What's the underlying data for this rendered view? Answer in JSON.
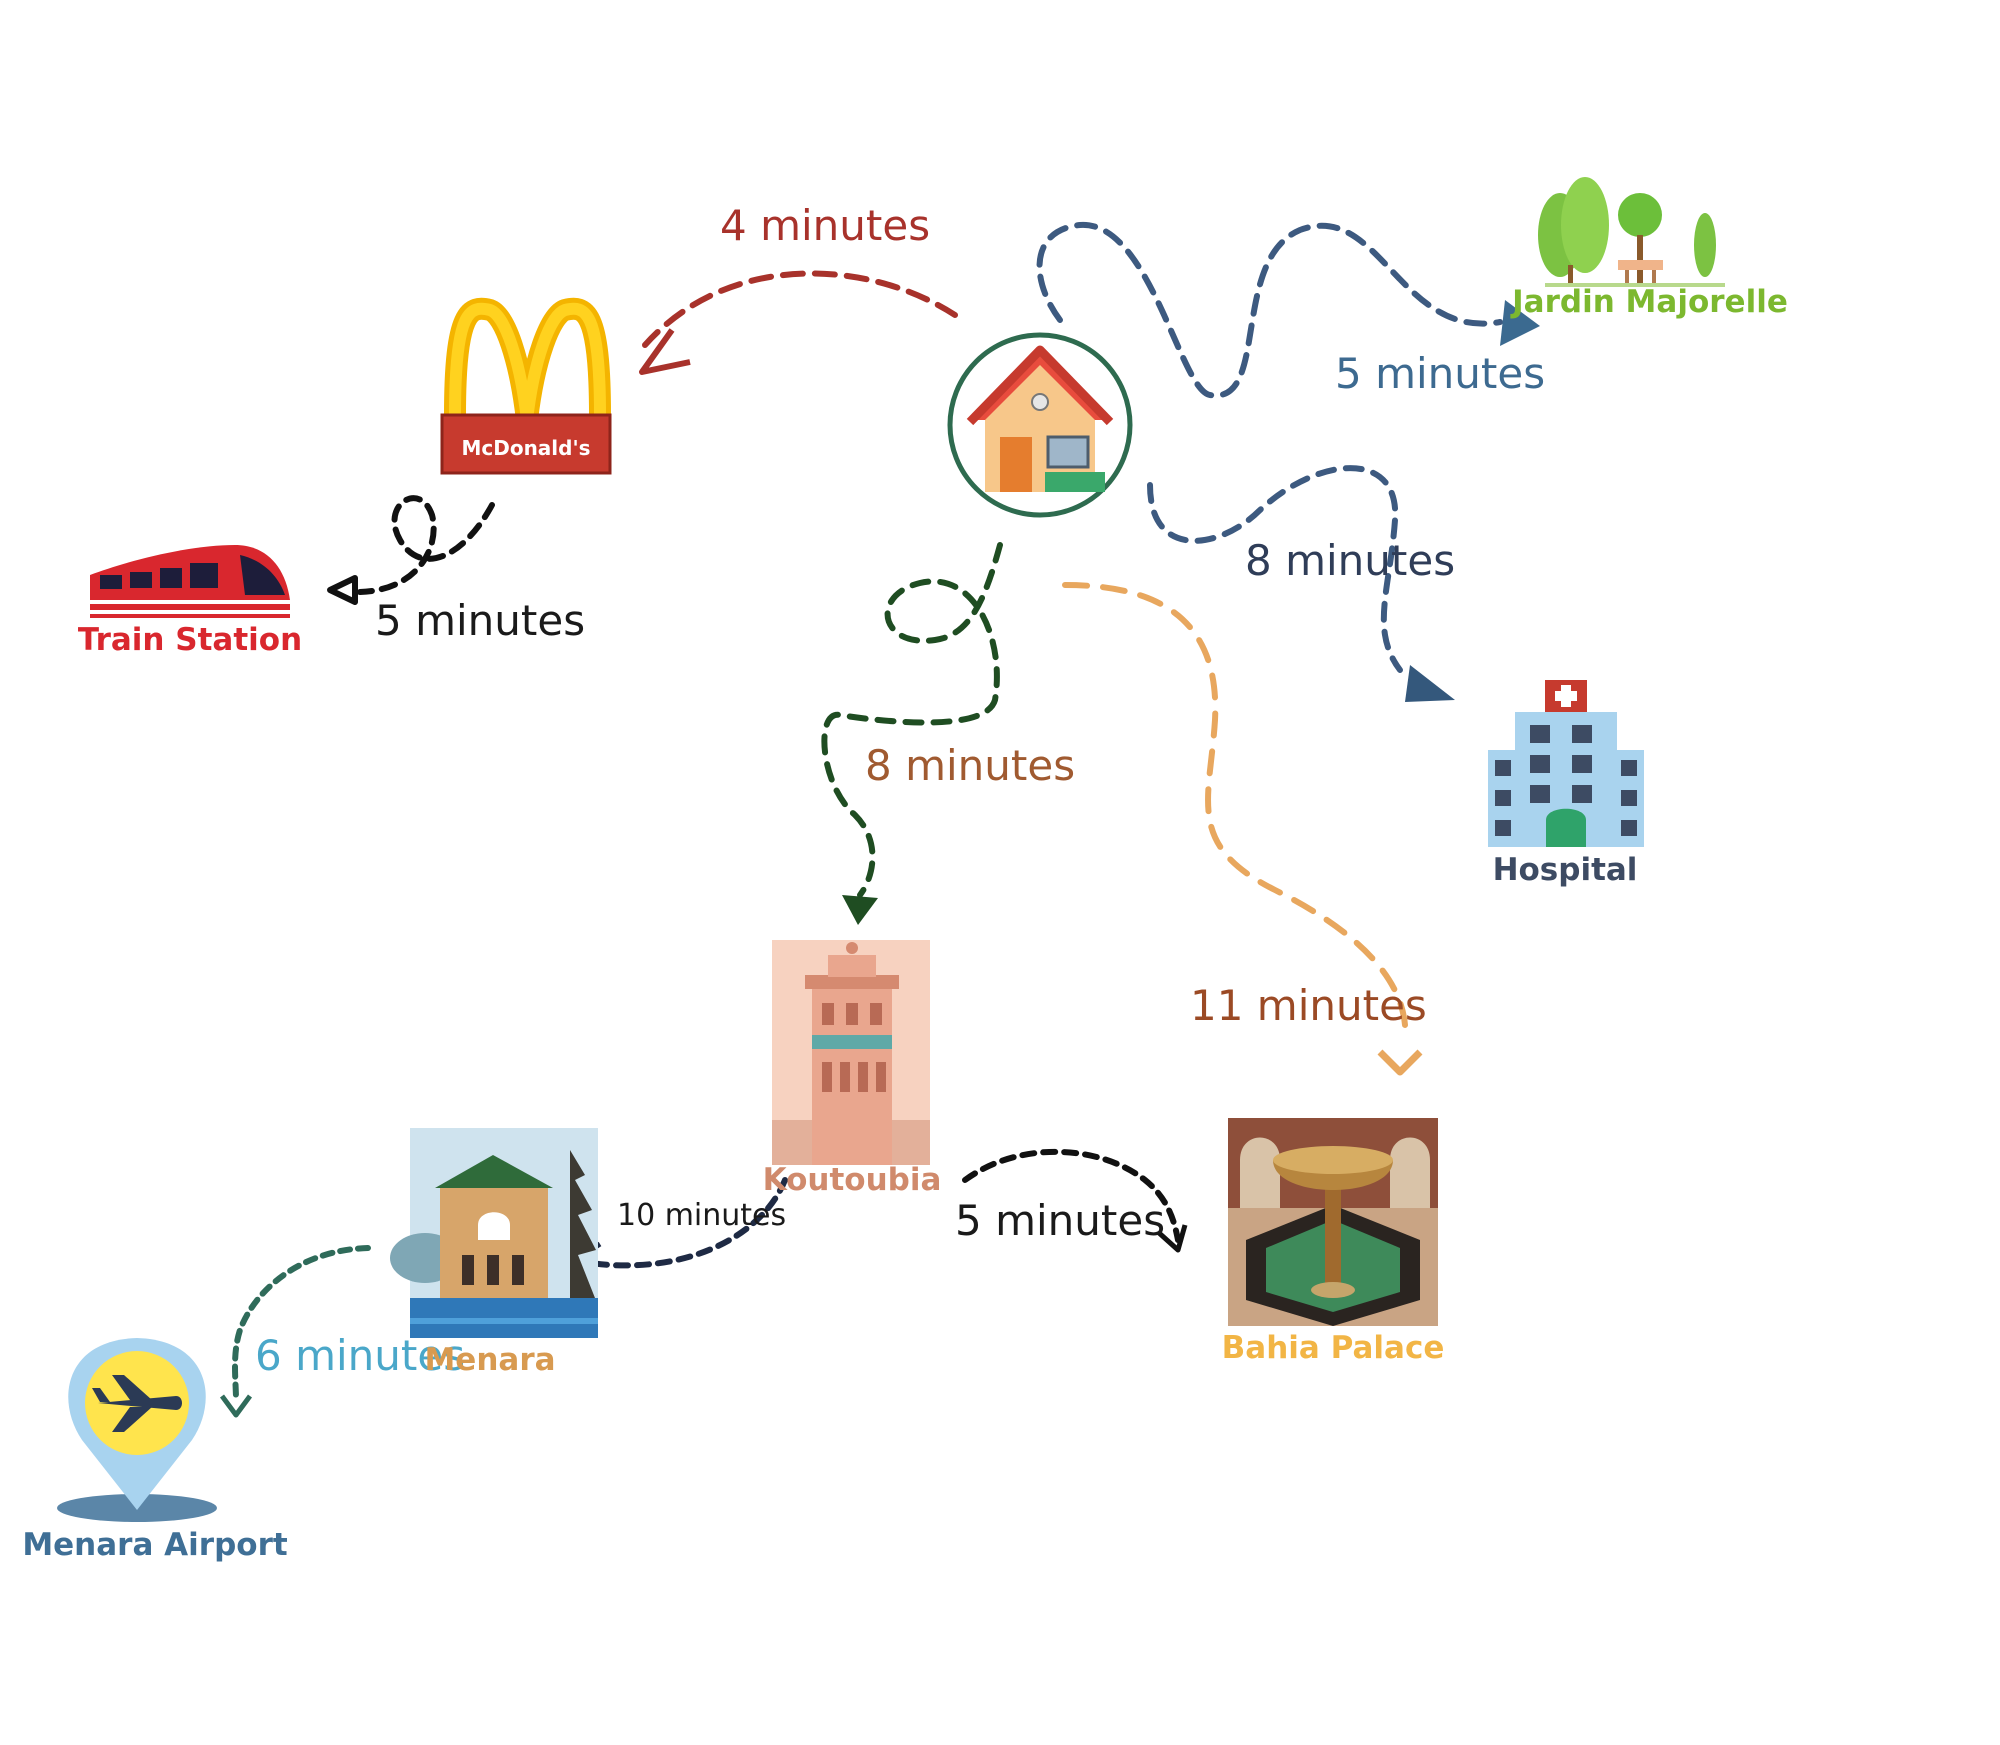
{
  "places": {
    "home": {
      "icon": "house-icon"
    },
    "mcdonalds": {
      "logo_text": "McDonald's",
      "icon": "mcdonalds-logo"
    },
    "train_station": {
      "label": "Train Station",
      "color": "#d9272e",
      "icon": "train-icon"
    },
    "jardin_majorelle": {
      "label": "Jardin Majorelle",
      "color": "#7cb82f",
      "icon": "garden-icon"
    },
    "hospital": {
      "label": "Hospital",
      "color": "#3d4b63",
      "icon": "hospital-icon"
    },
    "koutoubia": {
      "label": "Koutoubia",
      "color": "#d08a6c",
      "icon": "minaret-icon"
    },
    "bahia_palace": {
      "label": "Bahia Palace",
      "color": "#f2b545",
      "icon": "fountain-icon"
    },
    "menara": {
      "label": "Menara",
      "color": "#d89a50",
      "icon": "pavilion-icon"
    },
    "menara_airport": {
      "label": "Menara Airport",
      "color": "#3f6f96",
      "icon": "airport-pin-icon"
    }
  },
  "routes": {
    "home_to_mcdonalds": {
      "time": "4 minutes",
      "color": "#a8322b"
    },
    "mcdonalds_to_train": {
      "time": "5 minutes",
      "color": "#111111"
    },
    "home_to_jardin": {
      "time": "5 minutes",
      "color": "#3d5a80"
    },
    "home_to_hospital": {
      "time": "8 minutes",
      "color": "#3d5a80"
    },
    "home_to_koutoubia": {
      "time": "8 minutes",
      "color": "#1f4d22"
    },
    "home_to_bahia": {
      "time": "11 minutes",
      "color": "#e8a75e"
    },
    "koutoubia_to_bahia": {
      "time": "5 minutes",
      "color": "#111111"
    },
    "koutoubia_to_menara": {
      "time": "10 minutes",
      "color": "#1e2a44"
    },
    "menara_to_airport": {
      "time": "6 minutes",
      "color": "#2f6b5a"
    }
  }
}
